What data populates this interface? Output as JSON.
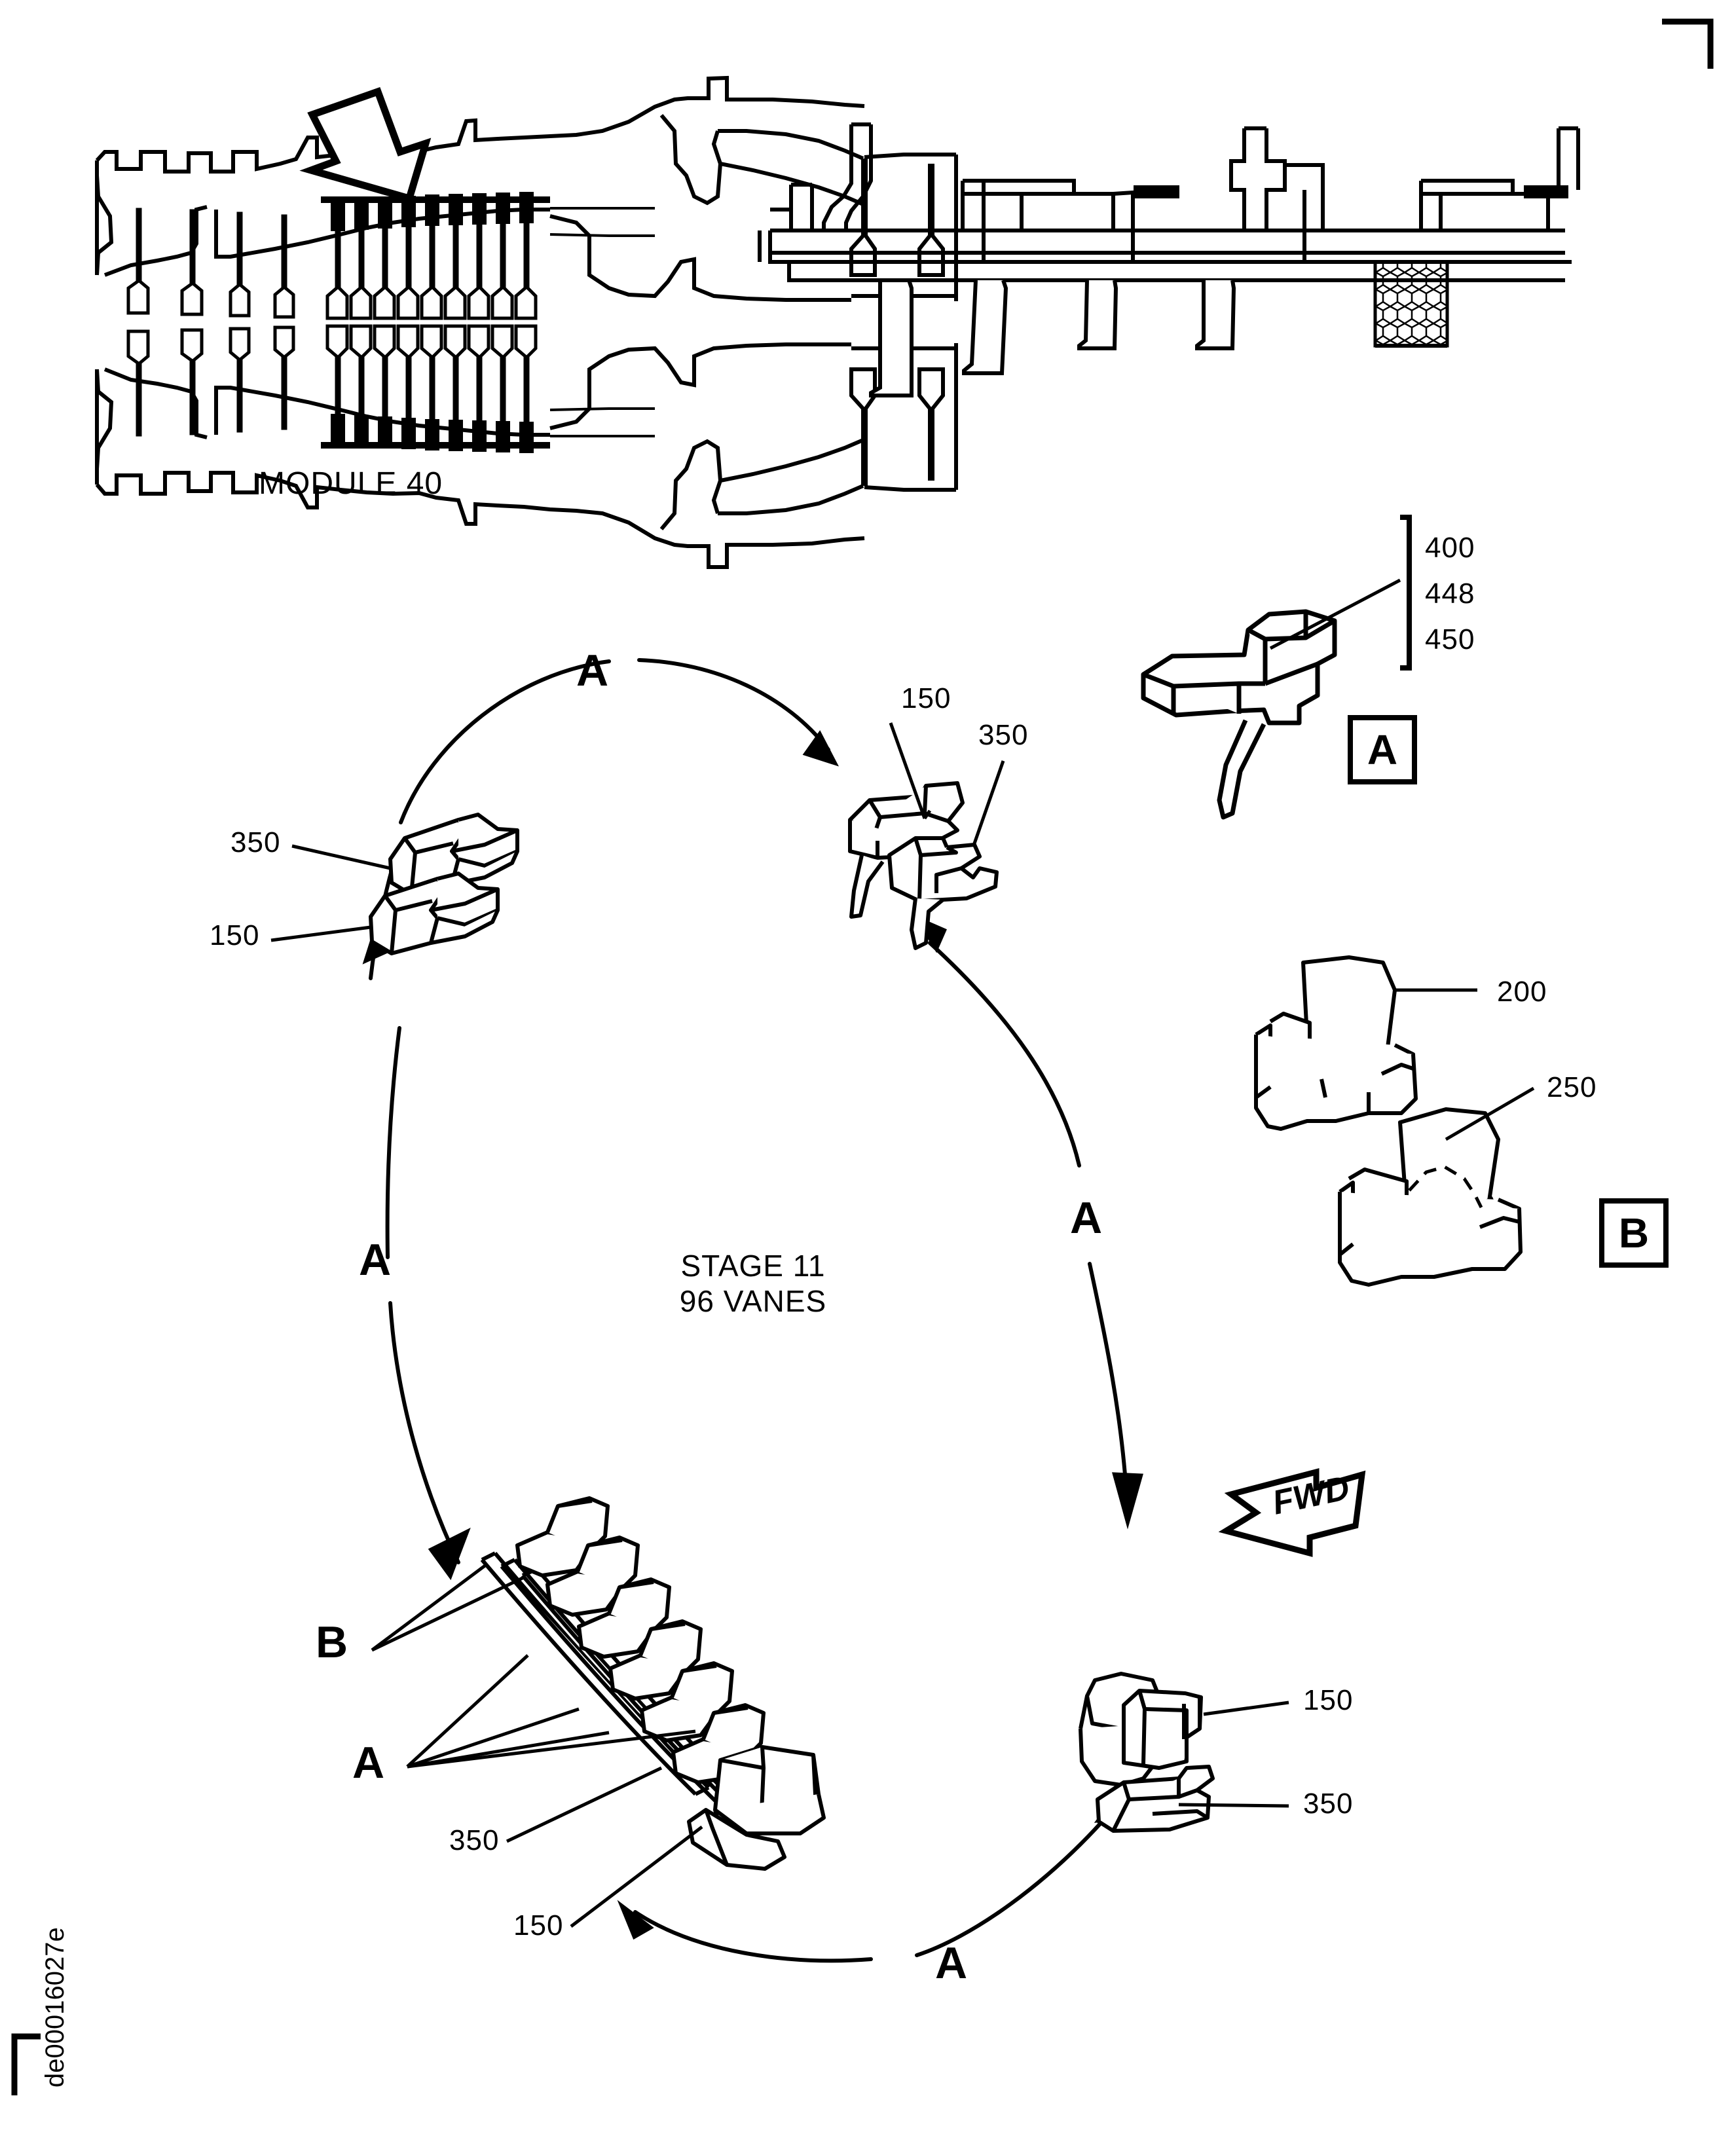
{
  "document": {
    "figure_id": "de00016027e",
    "corner_marks": [
      "top-right",
      "bottom-left"
    ]
  },
  "views": {
    "cross_section": {
      "caption": "MODULE 40",
      "callout_arrow": "down-right-block-arrow"
    },
    "detail_section": {
      "caption": ""
    }
  },
  "center_note": {
    "line1": "STAGE 11",
    "line2": "96 VANES"
  },
  "detail_boxes": [
    {
      "letter": "A",
      "name": "detail-box-a"
    },
    {
      "letter": "B",
      "name": "detail-box-b"
    }
  ],
  "bracket_labels": {
    "items": [
      "400",
      "448",
      "450"
    ]
  },
  "part_labels": {
    "vane_200": "200",
    "vane_250": "250",
    "left_upper": "350",
    "left_lower": "150",
    "top_right_upper": "150",
    "top_right_lower": "350",
    "bottom_right_upper": "150",
    "bottom_right_lower": "350",
    "segment_350": "350",
    "segment_150": "150"
  },
  "section_letters": {
    "ellipse_top": "A",
    "ellipse_left": "A",
    "ellipse_right": "A",
    "ellipse_bottom": "A",
    "segment_b": "B",
    "segment_a": "A"
  },
  "direction_arrow": {
    "label": "FWD"
  },
  "colors": {
    "ink": "#000000",
    "paper": "#ffffff"
  }
}
